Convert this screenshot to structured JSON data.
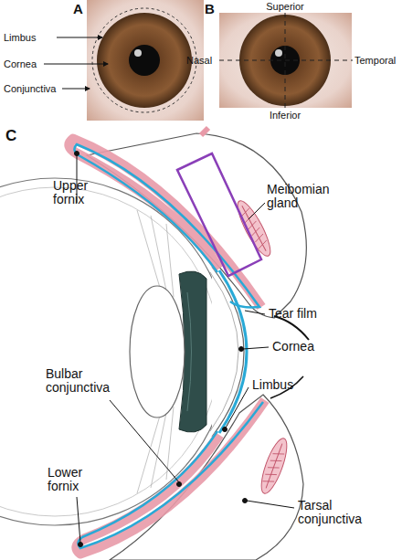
{
  "diagram": {
    "labels": [
      "A",
      "Limbus",
      "Cornea",
      "Conjunctiva",
      "B",
      "Superior",
      "Nasal",
      "Temporal",
      "Inferior",
      "C",
      "Upper fornix",
      "Meibomian gland",
      "Tear film",
      "Cornea",
      "Bulbar conjunctiva",
      "Limbus",
      "Lower fornix",
      "Tarsal conjunctiva"
    ]
  }
}
